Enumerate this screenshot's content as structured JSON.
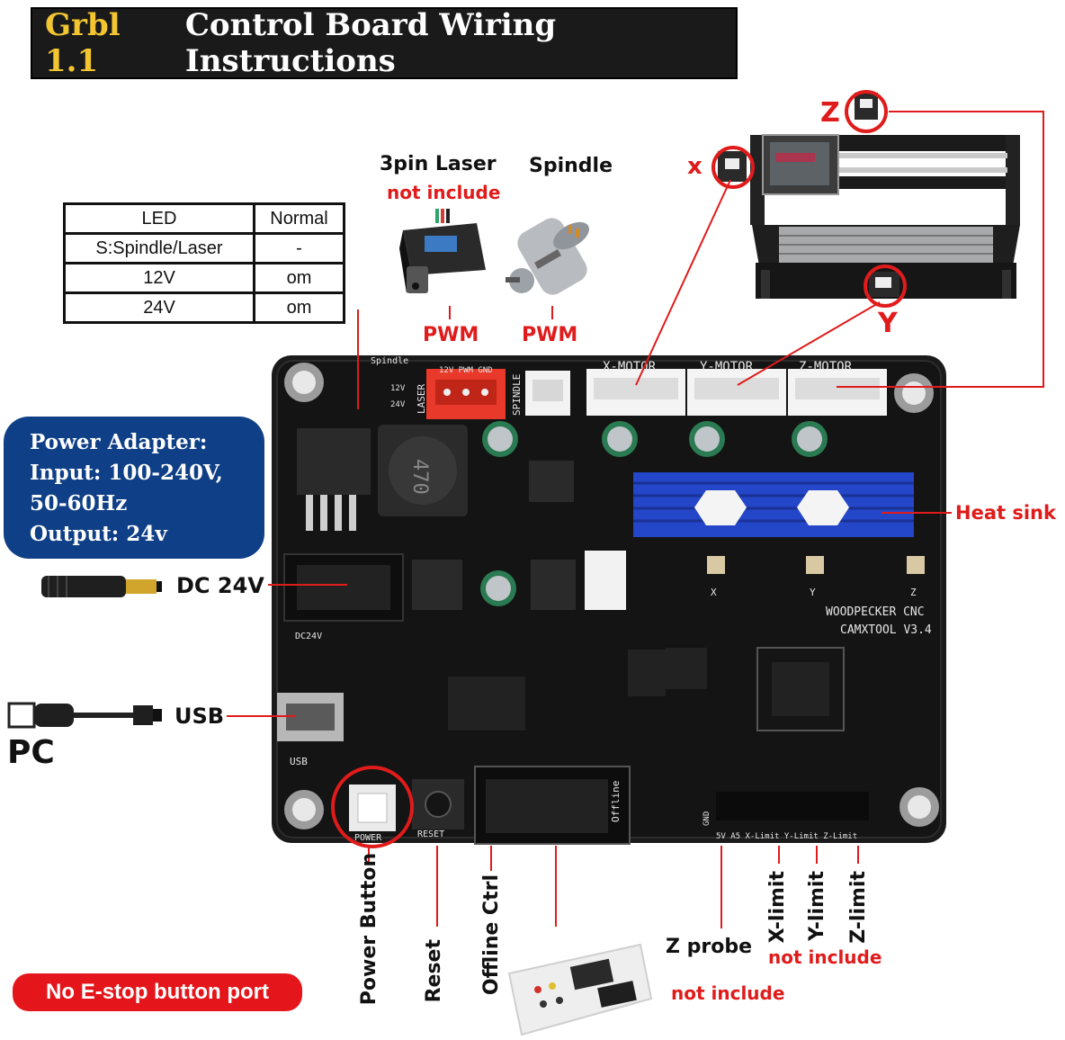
{
  "title": {
    "highlight": "Grbl 1.1",
    "rest": "Control Board Wiring Instructions"
  },
  "led_table": {
    "headers": [
      "LED",
      "Normal"
    ],
    "rows": [
      [
        "S:Spindle/Laser",
        "-"
      ],
      [
        "12V",
        "om"
      ],
      [
        "24V",
        "om"
      ]
    ]
  },
  "top_labels": {
    "laser": "3pin Laser",
    "laser_note": "not include",
    "spindle": "Spindle",
    "pwm_left": "PWM",
    "pwm_right": "PWM"
  },
  "machine_labels": {
    "x": "x",
    "y": "Y",
    "z": "Z"
  },
  "power_adapter": {
    "line1": "Power Adapter:",
    "line2": "Input: 100-240V,",
    "line3": "50-60Hz",
    "line4": "Output: 24v"
  },
  "left_labels": {
    "dc": "DC 24V",
    "usb": "USB",
    "pc": "PC"
  },
  "right_labels": {
    "heat_sink": "Heat sink"
  },
  "board_silk": {
    "x_motor": "X-MOTOR",
    "y_motor": "Y-MOTOR",
    "z_motor": "Z-MOTOR",
    "brand1": "WOODPECKER CNC",
    "brand2": "CAMXTOOL V3.4",
    "laser": "LASER",
    "spindle": "SPINDLE",
    "spindle_top": "Spindle",
    "pins": "12V PWM GND",
    "dc24": "DC24V",
    "usb": "USB",
    "power": "POWER",
    "reset": "RESET",
    "offline": "Offline",
    "inductor": "470",
    "x": "X",
    "y": "Y",
    "z": "Z",
    "limits": "5V A5 X-Limit Y-Limit Z-Limit",
    "gnd": "GND",
    "led_labels": [
      "12V",
      "24V"
    ]
  },
  "bottom_labels": {
    "power_button": "Power Button",
    "reset": "Reset",
    "offline": "Offline Ctrl",
    "z_probe": "Z probe",
    "z_probe_note": "not include",
    "x_limit": "X-limit",
    "y_limit": "Y-limit",
    "z_limit": "Z-limit",
    "limit_note": "not include"
  },
  "estop": "No E-stop button port",
  "colors": {
    "accent_red": "#e01b1b",
    "title_gold": "#f2c531",
    "adapter_blue": "#0f3f86",
    "heatsink_blue": "#2446c8"
  }
}
